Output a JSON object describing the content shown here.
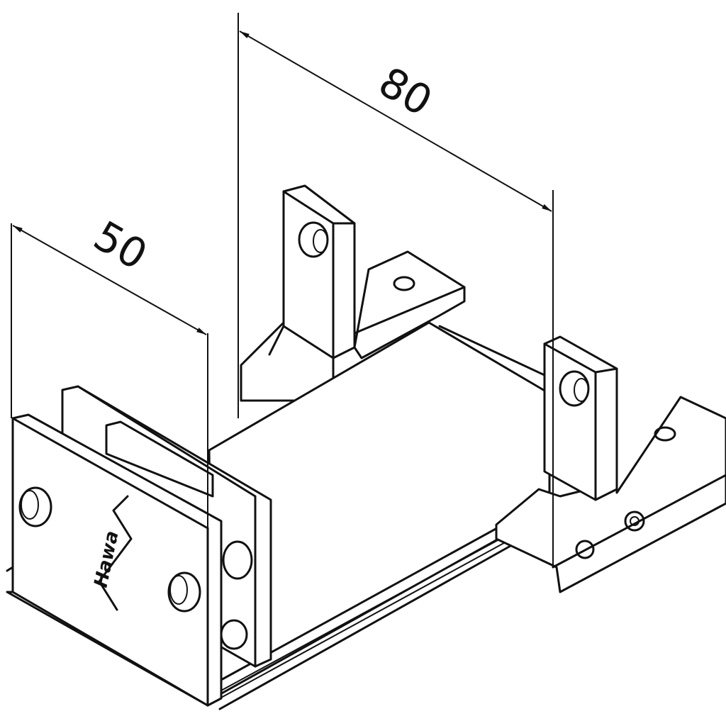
{
  "drawing": {
    "dimension_width": "80",
    "dimension_depth": "50",
    "logo_text": "Hawa",
    "line_color": "#111111",
    "background": "#ffffff"
  }
}
